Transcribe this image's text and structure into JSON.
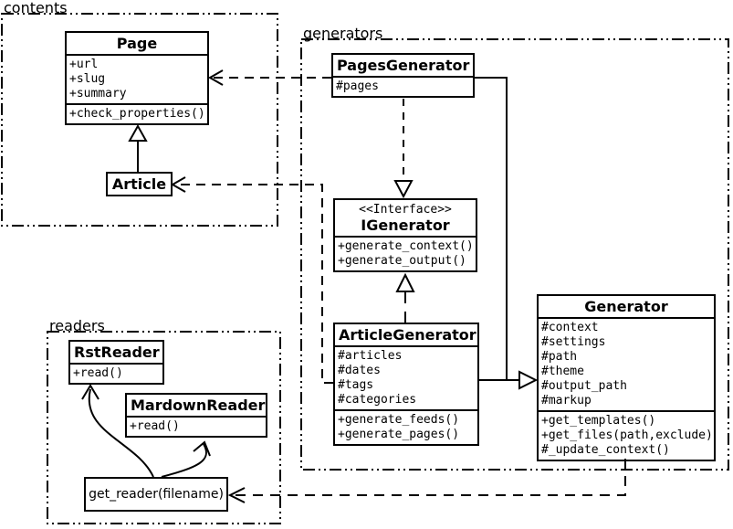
{
  "packages": {
    "contents": {
      "label": "contents"
    },
    "generators": {
      "label": "generators"
    },
    "readers": {
      "label": "readers"
    }
  },
  "classes": {
    "page": {
      "name": "Page",
      "attributes": [
        "+url",
        "+slug",
        "+summary"
      ],
      "methods": [
        "+check_properties()"
      ]
    },
    "article": {
      "name": "Article"
    },
    "pages_generator": {
      "name": "PagesGenerator",
      "attributes": [
        "#pages"
      ]
    },
    "igenerator": {
      "stereotype": "<<Interface>>",
      "name": "IGenerator",
      "methods": [
        "+generate_context()",
        "+generate_output()"
      ]
    },
    "article_generator": {
      "name": "ArticleGenerator",
      "attributes": [
        "#articles",
        "#dates",
        "#tags",
        "#categories"
      ],
      "methods": [
        "+generate_feeds()",
        "+generate_pages()"
      ]
    },
    "generator": {
      "name": "Generator",
      "attributes": [
        "#context",
        "#settings",
        "#path",
        "#theme",
        "#output_path",
        "#markup"
      ],
      "methods": [
        "+get_templates()",
        "+get_files(path,exclude)",
        "#_update_context()"
      ]
    },
    "rst_reader": {
      "name": "RstReader",
      "methods": [
        "+read()"
      ]
    },
    "mardown_reader": {
      "name": "MardownReader",
      "methods": [
        "+read()"
      ]
    },
    "get_reader_function": {
      "label": "get_reader(filename)"
    }
  },
  "colors": {
    "line": "#000000",
    "background": "#ffffff"
  }
}
